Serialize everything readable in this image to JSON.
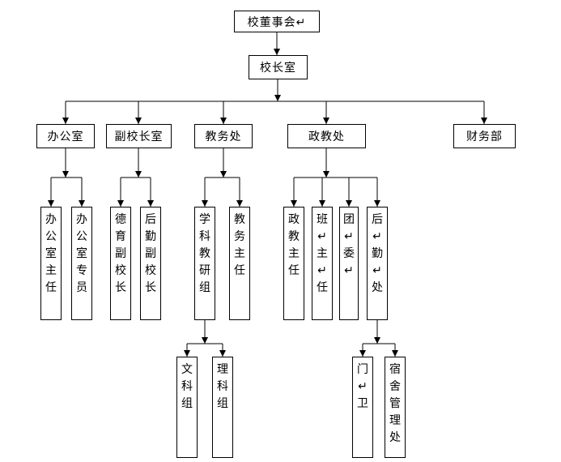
{
  "chart": {
    "type": "org-chart",
    "background_color": "#ffffff",
    "line_color": "#000000",
    "box_border_color": "#000000",
    "text_color": "#000000"
  },
  "nodes": {
    "board": {
      "label": "校董事会↵"
    },
    "principal_office": {
      "label": "校长室"
    },
    "office": {
      "label": "办公室"
    },
    "vice_principal_office": {
      "label": "副校长室"
    },
    "academic_affairs": {
      "label": "教务处"
    },
    "political_education": {
      "label": "政教处"
    },
    "finance": {
      "label": "财务部"
    },
    "office_director": {
      "label": [
        "办",
        "公",
        "室",
        "主",
        "任"
      ]
    },
    "office_specialist": {
      "label": [
        "办",
        "公",
        "室",
        "专",
        "员"
      ]
    },
    "moral_vice_principal": {
      "label": [
        "德",
        "育",
        "副",
        "校",
        "长"
      ]
    },
    "logistics_vice_principal": {
      "label": [
        "后",
        "勤",
        "副",
        "校",
        "长"
      ]
    },
    "subject_research_group": {
      "label": [
        "学",
        "科",
        "教",
        "研",
        "组"
      ]
    },
    "academic_director": {
      "label": [
        "教",
        "务",
        "主",
        "任"
      ]
    },
    "political_director": {
      "label": [
        "政",
        "教",
        "主",
        "任"
      ]
    },
    "class_teacher": {
      "label": [
        "班",
        "↵",
        "主",
        "↵",
        "任"
      ]
    },
    "youth_league": {
      "label": [
        "团",
        "↵",
        "委",
        "↵"
      ]
    },
    "logistics_office": {
      "label": [
        "后",
        "↵",
        "勤",
        "↵",
        "处"
      ]
    },
    "liberal_arts_group": {
      "label": [
        "文",
        "科",
        "组"
      ]
    },
    "science_group": {
      "label": [
        "理",
        "科",
        "组"
      ]
    },
    "gate_guard": {
      "label": [
        "门",
        "↵",
        "卫"
      ]
    },
    "dorm_management": {
      "label": [
        "宿",
        "舍",
        "管",
        "理",
        "处"
      ]
    }
  },
  "edges": [
    [
      "board",
      "principal_office"
    ],
    [
      "principal_office",
      "office"
    ],
    [
      "principal_office",
      "vice_principal_office"
    ],
    [
      "principal_office",
      "academic_affairs"
    ],
    [
      "principal_office",
      "political_education"
    ],
    [
      "principal_office",
      "finance"
    ],
    [
      "office",
      "office_director"
    ],
    [
      "office",
      "office_specialist"
    ],
    [
      "vice_principal_office",
      "moral_vice_principal"
    ],
    [
      "vice_principal_office",
      "logistics_vice_principal"
    ],
    [
      "academic_affairs",
      "subject_research_group"
    ],
    [
      "academic_affairs",
      "academic_director"
    ],
    [
      "political_education",
      "political_director"
    ],
    [
      "political_education",
      "class_teacher"
    ],
    [
      "political_education",
      "youth_league"
    ],
    [
      "political_education",
      "logistics_office"
    ],
    [
      "subject_research_group",
      "liberal_arts_group"
    ],
    [
      "subject_research_group",
      "science_group"
    ],
    [
      "logistics_office",
      "gate_guard"
    ],
    [
      "logistics_office",
      "dorm_management"
    ]
  ]
}
